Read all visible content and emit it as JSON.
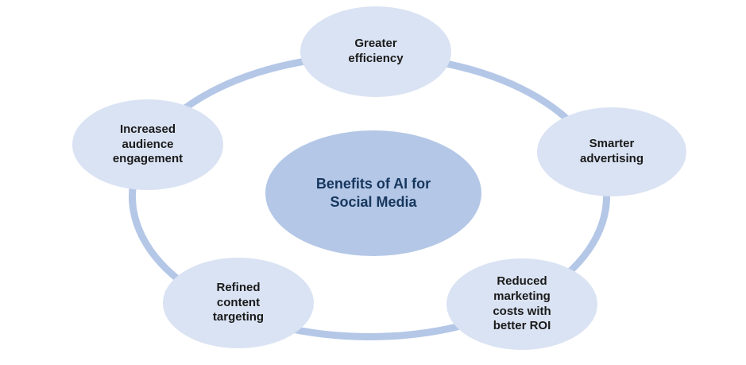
{
  "diagram": {
    "type": "cycle",
    "title": "Benefits of AI for Social Media",
    "nodes": [
      {
        "id": "greater-efficiency",
        "label": "Greater efficiency"
      },
      {
        "id": "smarter-advertising",
        "label": "Smarter advertising"
      },
      {
        "id": "reduced-costs",
        "label": "Reduced marketing costs with better ROI"
      },
      {
        "id": "refined-targeting",
        "label": "Refined content targeting"
      },
      {
        "id": "increased-engagement",
        "label": "Increased audience engagement"
      }
    ],
    "colors": {
      "node_fill": "#dae3f3",
      "center_fill": "#b4c7e7",
      "ring": "#b4c7e7",
      "node_text": "#1a1a1a",
      "center_text": "#17375e"
    }
  }
}
